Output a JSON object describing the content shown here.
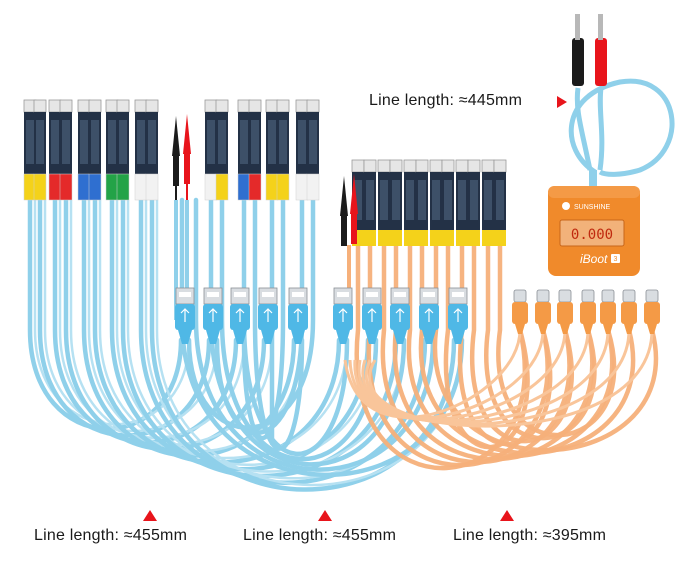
{
  "labels": {
    "top_length": "Line length: ≈445mm",
    "bottom_left": "Line length: ≈455mm",
    "bottom_center": "Line length: ≈455mm",
    "bottom_right": "Line length: ≈395mm"
  },
  "device": {
    "brand": "SUNSHINE",
    "display": "0.000",
    "model": "iBoot",
    "model_badge": "3"
  },
  "colors": {
    "blue_cable": "#8fd0ea",
    "orange_cable": "#f6b07a",
    "device_orange": "#f08a2b",
    "red_connector": "#e8141b",
    "yellow_band": "#f4d21a",
    "red_band": "#e42a2a",
    "blue_band": "#2f6fd0",
    "green_band": "#23a347",
    "white_band": "#f2f2f2",
    "flex_dark": "#233146",
    "arrow": "#e8141b"
  },
  "icons": [
    "usb-a-plug-icon",
    "usb-c-plug-icon",
    "banana-plug-icon",
    "alligator-clip-icon",
    "arrow-up-icon",
    "arrow-right-icon"
  ]
}
